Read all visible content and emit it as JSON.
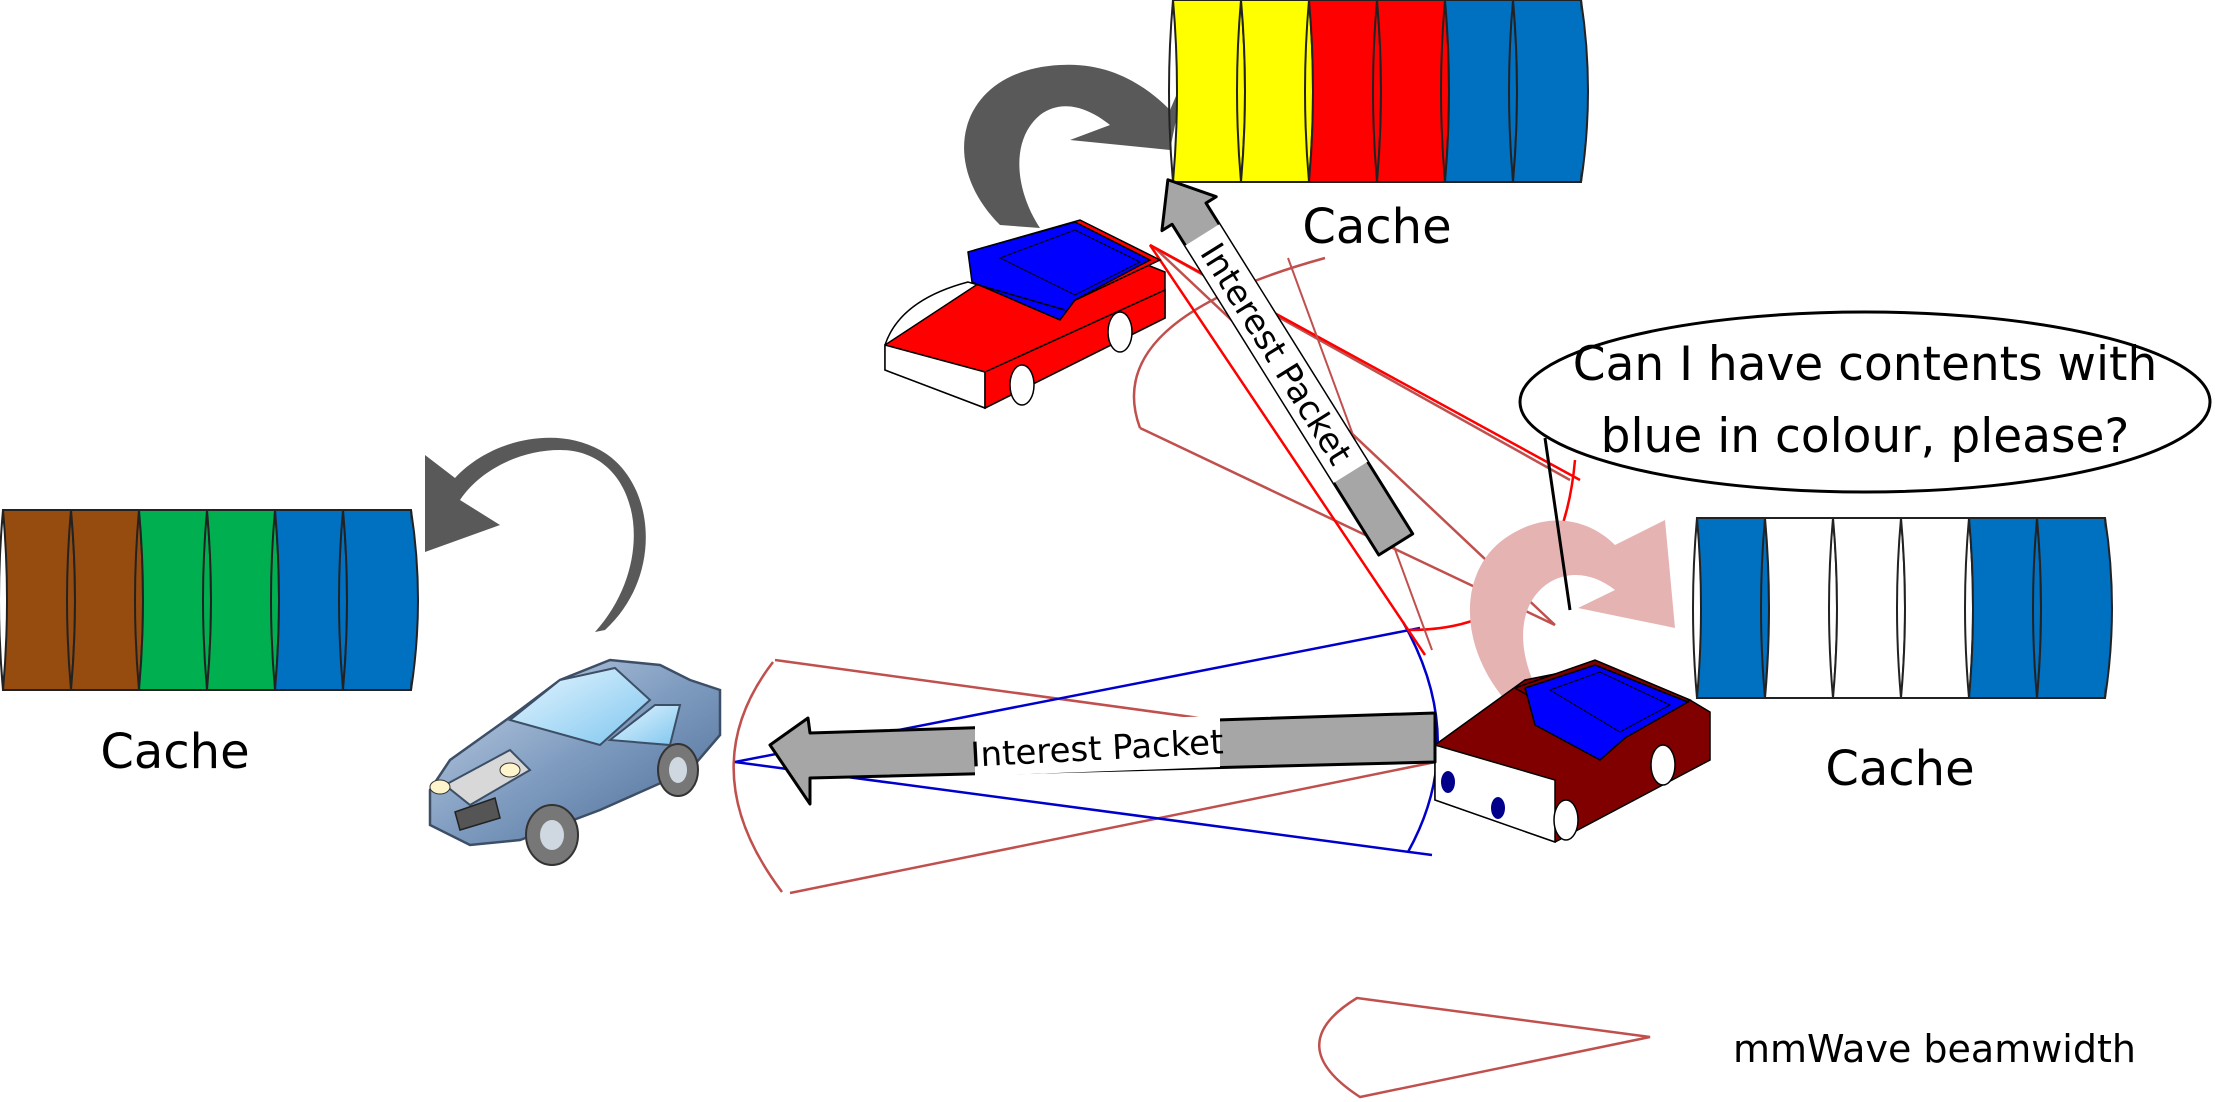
{
  "caches": {
    "top": {
      "label": "Cache",
      "blocks": [
        "#ffff00",
        "#ffff00",
        "#ff0000",
        "#ff0000",
        "#0070c0",
        "#0070c0"
      ]
    },
    "left": {
      "label": "Cache",
      "blocks": [
        "#964b0f",
        "#964b0f",
        "#00b050",
        "#00b050",
        "#0070c0",
        "#0070c0"
      ]
    },
    "right": {
      "label": "Cache",
      "blocks": [
        "#0070c0",
        "#ffffff",
        "#ffffff",
        "#ffffff",
        "#0070c0",
        "#0070c0"
      ]
    }
  },
  "speech_bubble": {
    "line1": "Can I have contents with",
    "line2": "blue in colour, please?"
  },
  "packets": {
    "horizontal": "Interest Packet",
    "diagonal": "Interest Packet"
  },
  "legend": {
    "label": "mmWave beamwidth"
  },
  "colors": {
    "beam_red": "#c0504d",
    "beam_bright_red": "#ff0000",
    "beam_blue": "#0000cc",
    "curved_arrow": "#595959",
    "curved_arrow_faded": "#e6b3b3",
    "packet_arrow": "#a6a6a6"
  }
}
